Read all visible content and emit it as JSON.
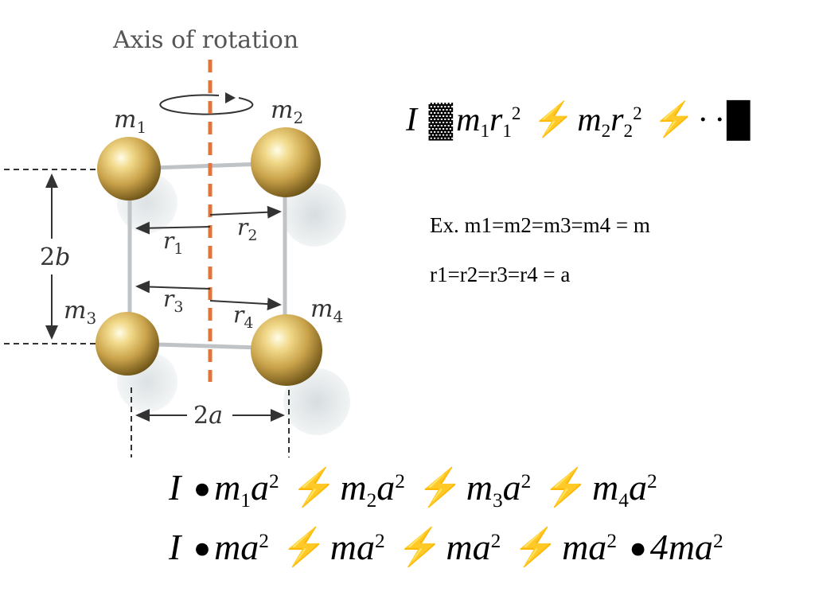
{
  "diagram": {
    "axis_title": "Axis of rotation",
    "masses": [
      "m",
      "m",
      "m",
      "m"
    ],
    "mass_subscripts": [
      "1",
      "2",
      "3",
      "4"
    ],
    "radii": [
      "r",
      "r",
      "r",
      "r"
    ],
    "radius_subscripts": [
      "1",
      "2",
      "3",
      "4"
    ],
    "height_label_num": "2",
    "height_label_var": "b",
    "width_label_num": "2",
    "width_label_var": "a",
    "colors": {
      "axis": "#e2743a",
      "sphere": "#c9a24a",
      "rod": "#bfc3c6",
      "shadow": "#dfe4e6"
    }
  },
  "equation_main": {
    "I": "I",
    "m1": "m",
    "s1": "1",
    "r1": "r",
    "rs1": "1",
    "p1": "2",
    "m2": "m",
    "s2": "2",
    "r2": "r",
    "rs2": "2",
    "p2": "2",
    "ellipsis": "· ·"
  },
  "example": {
    "line1": "Ex. m1=m2=m3=m4 = m",
    "line2": "r1=r2=r3=r4 = a"
  },
  "equation_bottom1": {
    "I": "I",
    "terms": [
      {
        "m": "m",
        "sub": "1",
        "a": "a",
        "sup": "2"
      },
      {
        "m": "m",
        "sub": "2",
        "a": "a",
        "sup": "2"
      },
      {
        "m": "m",
        "sub": "3",
        "a": "a",
        "sup": "2"
      },
      {
        "m": "m",
        "sub": "4",
        "a": "a",
        "sup": "2"
      }
    ]
  },
  "equation_bottom2": {
    "I": "I",
    "term": "ma",
    "sup": "2",
    "result": "4ma",
    "result_sup": "2"
  }
}
